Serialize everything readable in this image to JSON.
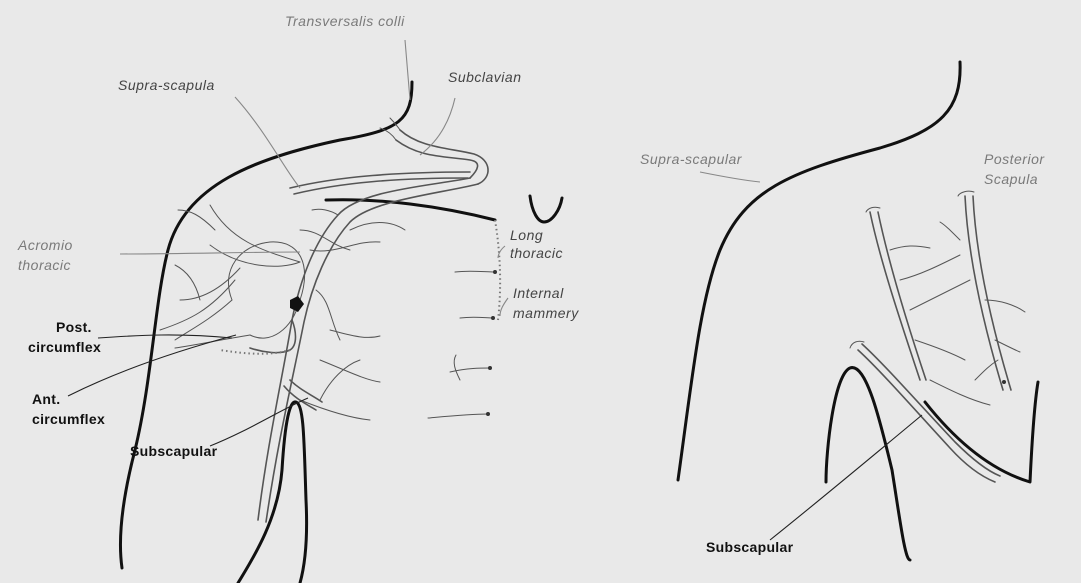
{
  "left_figure": {
    "labels": {
      "transversalis_colli": "Transversalis colli",
      "subclavian": "Subclavian",
      "supra_scapula": "Supra-scapula",
      "acromio_thoracic_1": "Acromio",
      "acromio_thoracic_2": "thoracic",
      "long_thoracic_1": "Long",
      "long_thoracic_2": "thoracic",
      "internal_mammary_1": "Internal",
      "internal_mammary_2": "mammery",
      "post_circumflex_1": "Post.",
      "post_circumflex_2": "circumflex",
      "ant_circumflex_1": "Ant.",
      "ant_circumflex_2": "circumflex",
      "subscapular": "Subscapular"
    }
  },
  "right_figure": {
    "labels": {
      "supra_scapular": "Supra-scapular",
      "posterior_scapula_1": "Posterior",
      "posterior_scapula_2": "Scapula",
      "subscapular": "Subscapular"
    }
  }
}
